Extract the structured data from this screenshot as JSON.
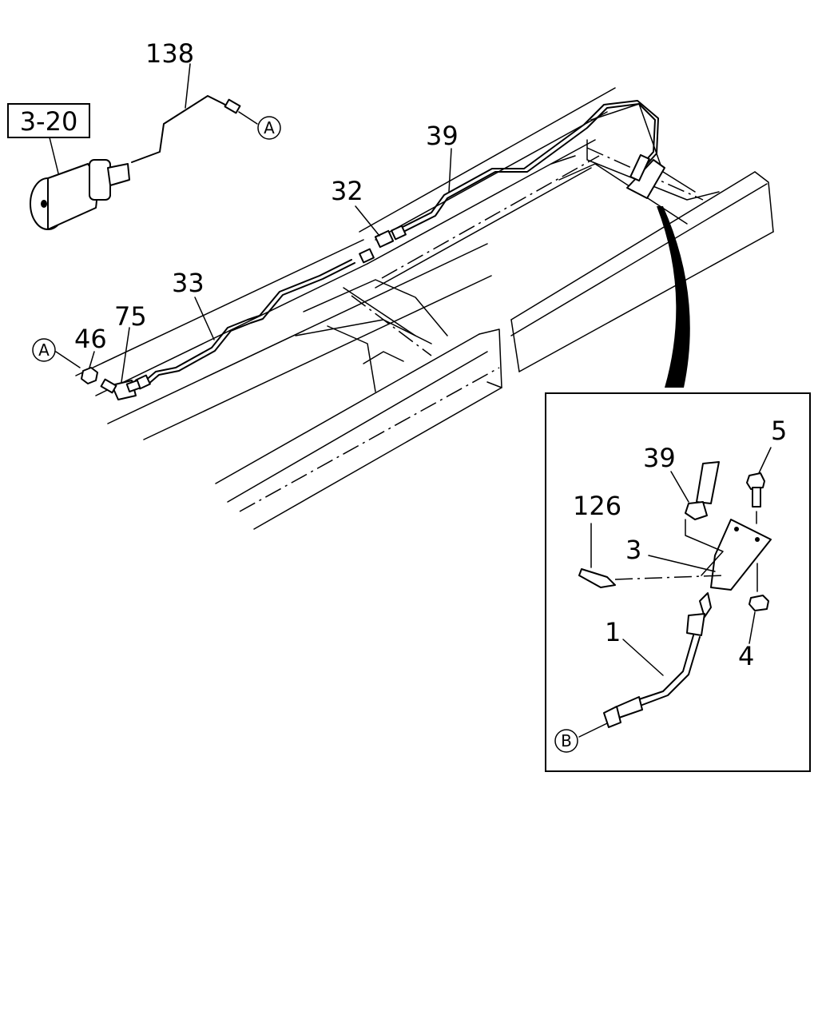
{
  "ref_box": {
    "label": "3-20"
  },
  "part_labels": {
    "p138": "138",
    "p39": "39",
    "p32": "32",
    "p33": "33",
    "p75": "75",
    "p46": "46",
    "p5": "5",
    "p39_detail": "39",
    "p126": "126",
    "p3": "3",
    "p1": "1",
    "p4": "4"
  },
  "connectors": {
    "a_top": "A",
    "a_left": "A",
    "b_detail": "B"
  }
}
